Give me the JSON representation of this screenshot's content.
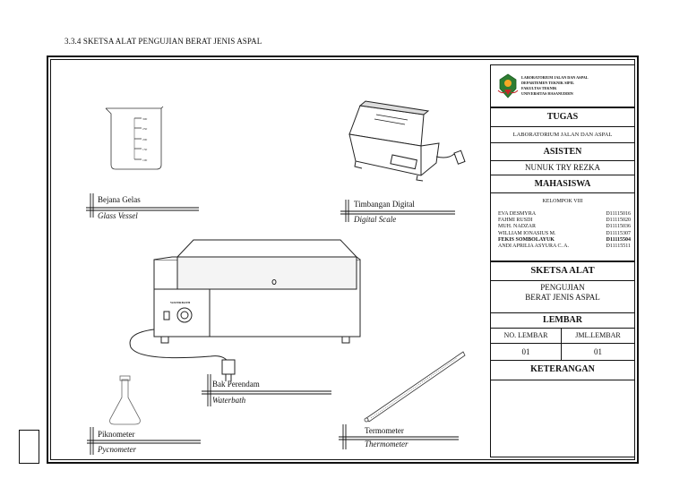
{
  "heading": "3.3.4 SKETSA ALAT PENGUJIAN BERAT JENIS ASPAL",
  "title_block": {
    "logo_lines": [
      "LABORATORIUM JALAN DAN ASPAL",
      "DEPARTEMEN TEKNIK SIPIL",
      "FAKULTAS TEKNIK",
      "UNIVERSITAS HASANUDDIN"
    ],
    "tugas_label": "TUGAS",
    "tugas_value": "LABORATORIUM JALAN DAN ASPAL",
    "asisten_label": "ASISTEN",
    "asisten_value": "NUNUK TRY REZKA",
    "mahasiswa_label": "MAHASISWA",
    "kelompok": "KELOMPOK VIII",
    "members": [
      {
        "name": "EVA DESMYRA",
        "nim": "D11115016"
      },
      {
        "name": "FAHMI RUSDI",
        "nim": "D11115020"
      },
      {
        "name": "MUH. NADZAR",
        "nim": "D11115036"
      },
      {
        "name": "WILLIAM IONASIUS M.",
        "nim": "D11115307"
      },
      {
        "name": "FEKIS SOMBOLAYUK",
        "nim": "D11115504"
      },
      {
        "name": "ANDI APRILIA ASYURA C. A.",
        "nim": "D11115511"
      }
    ],
    "sketsa_label": "SKETSA ALAT",
    "sketsa_line1": "PENGUJIAN",
    "sketsa_line2": "BERAT JENIS ASPAL",
    "lembar_label": "LEMBAR",
    "no_lembar_label": "NO. LEMBAR",
    "jml_lembar_label": "JML.LEMBAR",
    "no_lembar_value": "01",
    "jml_lembar_value": "01",
    "keterangan_label": "KETERANGAN"
  },
  "labels": {
    "bejana_gelas": "Bejana Gelas",
    "glass_vessel": "Glass Vessel",
    "timbangan_digital": "Timbangan Digital",
    "digital_scale": "Digital Scale",
    "bak_perendam": "Bak Perendam",
    "waterbath": "Waterbath",
    "piknometer": "Piknometer",
    "pycnometer": "Pycnometer",
    "termometer": "Termometer",
    "thermometer": "Thermometer",
    "waterbath_plate": "WATERBATH"
  },
  "beaker_ticks": [
    "300",
    "250",
    "200",
    "150",
    "100"
  ]
}
